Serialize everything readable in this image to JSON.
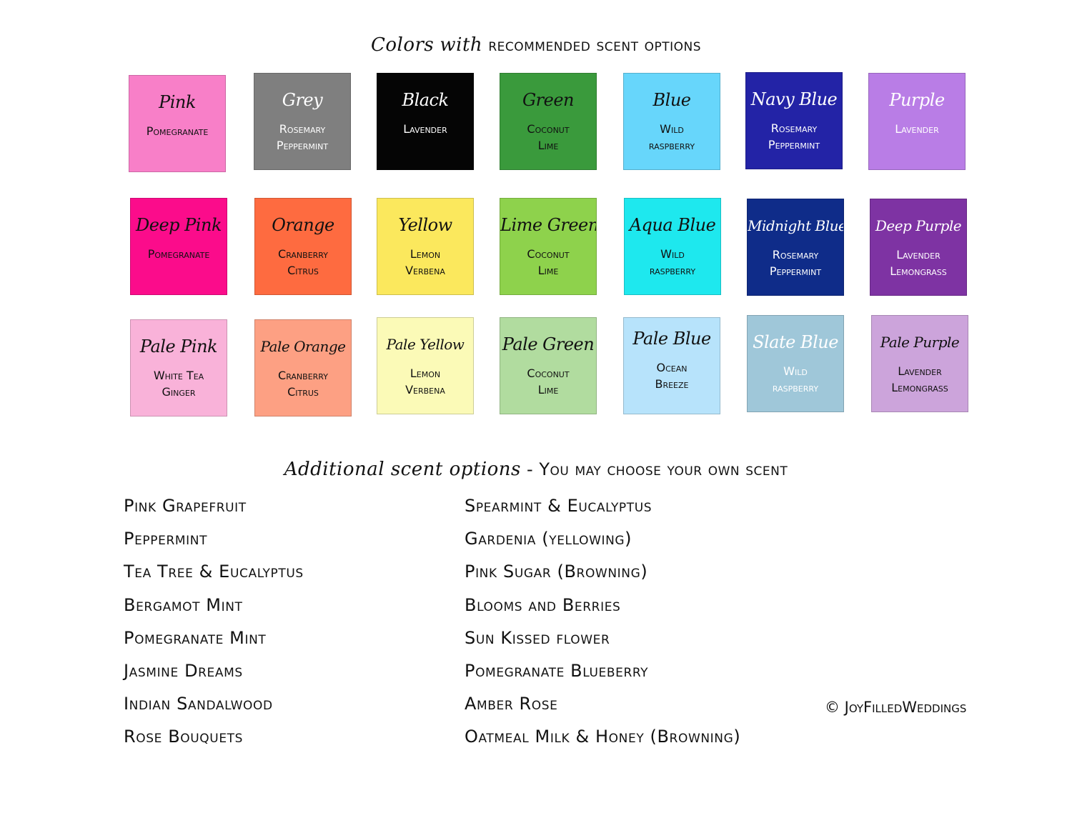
{
  "header": {
    "title_part1": "Colors",
    "title_part2": "with",
    "title_part3": "recommended scent options"
  },
  "swatches": [
    {
      "name": "Pink",
      "scent": "Pomegranate",
      "color": "#f87fc8",
      "text_color": "#111111"
    },
    {
      "name": "Grey",
      "scent": "Rosemary\nPeppermint",
      "color": "#7f7f7f",
      "text_color": "#ffffff"
    },
    {
      "name": "Black",
      "scent": "Lavender",
      "color": "#050505",
      "text_color": "#ffffff"
    },
    {
      "name": "Green",
      "scent": "Coconut\nLime",
      "color": "#3a9a3c",
      "text_color": "#111111"
    },
    {
      "name": "Blue",
      "scent": "Wild\nraspberry",
      "color": "#67d6fb",
      "text_color": "#111111"
    },
    {
      "name": "Navy Blue",
      "scent": "Rosemary\nPeppermint",
      "color": "#2323a6",
      "text_color": "#ffffff"
    },
    {
      "name": "Purple",
      "scent": "Lavender",
      "color": "#b97de6",
      "text_color": "#ffffff"
    },
    {
      "name": "Deep Pink",
      "scent": "Pomegranate",
      "color": "#fb0c8b",
      "text_color": "#111111"
    },
    {
      "name": "Orange",
      "scent": "Cranberry\nCitrus",
      "color": "#fe6b40",
      "text_color": "#111111"
    },
    {
      "name": "Yellow",
      "scent": "Lemon\nVerbena",
      "color": "#fbe85d",
      "text_color": "#111111"
    },
    {
      "name": "Lime Green",
      "scent": "Coconut\nLime",
      "color": "#8ed24c",
      "text_color": "#111111"
    },
    {
      "name": "Aqua Blue",
      "scent": "Wild\nraspberry",
      "color": "#1ee8ee",
      "text_color": "#111111"
    },
    {
      "name": "Midnight Blue",
      "scent": "Rosemary\nPeppermint",
      "color": "#0f2c89",
      "text_color": "#ffffff"
    },
    {
      "name": "Deep Purple",
      "scent": "Lavender\nLemongrass",
      "color": "#7e33a3",
      "text_color": "#ffffff"
    },
    {
      "name": "Pale Pink",
      "scent": "White Tea\nGinger",
      "color": "#f9b2d9",
      "text_color": "#111111"
    },
    {
      "name": "Pale Orange",
      "scent": "Cranberry\nCitrus",
      "color": "#fda083",
      "text_color": "#111111"
    },
    {
      "name": "Pale Yellow",
      "scent": "Lemon\nVerbena",
      "color": "#fbfab7",
      "text_color": "#111111"
    },
    {
      "name": "Pale Green",
      "scent": "Coconut\nLime",
      "color": "#b1dc9f",
      "text_color": "#111111"
    },
    {
      "name": "Pale Blue",
      "scent": "Ocean\nBreeze",
      "color": "#b7e3fb",
      "text_color": "#111111"
    },
    {
      "name": "Slate Blue",
      "scent": "Wild\nraspberry",
      "color": "#9fc7d9",
      "text_color": "#ffffff"
    },
    {
      "name": "Pale Purple",
      "scent": "Lavender\nLemongrass",
      "color": "#cca4db",
      "text_color": "#111111"
    }
  ],
  "additional": {
    "title_part1": "Additional scent options",
    "title_part2": "- You may choose your own scent",
    "left": [
      "Pink Grapefruit",
      "Peppermint",
      "Tea Tree & Eucalyptus",
      "Bergamot Mint",
      "Pomegranate Mint",
      "Jasmine Dreams",
      "Indian Sandalwood",
      "Rose Bouquets"
    ],
    "right": [
      "Spearmint & Eucalyptus",
      "Gardenia (yellowing)",
      "Pink Sugar (Browning)",
      "Blooms and Berries",
      "Sun Kissed flower",
      "Pomegranate Blueberry",
      "Amber Rose",
      "Oatmeal Milk & Honey (Browning)"
    ]
  },
  "copyright": "© JoyFilledWeddings"
}
